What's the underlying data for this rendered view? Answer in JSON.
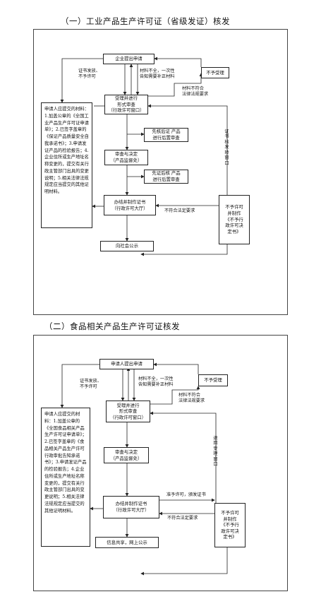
{
  "d1": {
    "title": "（一）工业产品生产许可证（省级发证）核发",
    "apply": "企业提出申请",
    "reject": "不予受理",
    "review": "受理并进行\n形式审查\n（行政许可窗口）",
    "materials": "申请人应提交的材料：1.加盖公章的《全国工业产品生产许可证申请单》；2.已签字盖章的《保证产品质量安全自我承诺书》；3.申请发证产品的检验报告；4.企业住所或生产地址名称变更的，提交有关行政主管部门出具的变更说明；5.相关法律法规规定应当提交的其他证明材料。",
    "post_check": "先核后证 产品\n进行后置审查",
    "decide": "审查与决定\n（产品监督处）",
    "pre_check": "先证后核 产品\n进行后置审查",
    "issue": "办结并制作证书\n（行政许可大厅）",
    "deny": "不予许可\n并制作\n《不予行\n政许可决\n定书》",
    "publish": "向社会公示",
    "lbl_cert": "证书发放、\n不予许可",
    "lbl_incomplete": "材料不全，一次性\n告知需要补正材料",
    "lbl_nonconform": "材料不符合\n法律法规要求",
    "lbl_return": "证书核发转窗口",
    "lbl_notmeet": "不符合法定要求"
  },
  "d2": {
    "title": "（二）食品相关产品生产许可证核发",
    "apply": "申请人提出申请",
    "reject": "不予受理",
    "review": "受理并进行\n形式审查\n（行政许可窗口）",
    "materials": "申请人应提交的材料：1.加盖公章的《全国食品相关产品生产许可证申请单》；2.已签字盖章的《食品相关产品生产许可行政审批告知承诺书》；3.申请发证产品的检验报告；4.企业住所或生产地址名称变更的，提交有关行政主管部门出具的变更说明；5.相关法律法规规定应当提交的其他证明材料。",
    "decide": "审查与决定\n（产品监督处）",
    "issue": "办结并制作证书\n（行政许可大厅）",
    "deny": "不予许可\n并制作\n《不予行\n政许可决\n定书》",
    "publish": "信息共享，网上公示",
    "lbl_cert": "证书发放、\n不予许可",
    "lbl_incomplete": "材料不全，一次性\n告知需要补正材料",
    "lbl_nonconform": "材料不符合\n法律法规要求",
    "lbl_return": "退回受理窗口",
    "lbl_grant": "准予许可，颁发证书",
    "lbl_notmeet": "不符合法定要求"
  }
}
